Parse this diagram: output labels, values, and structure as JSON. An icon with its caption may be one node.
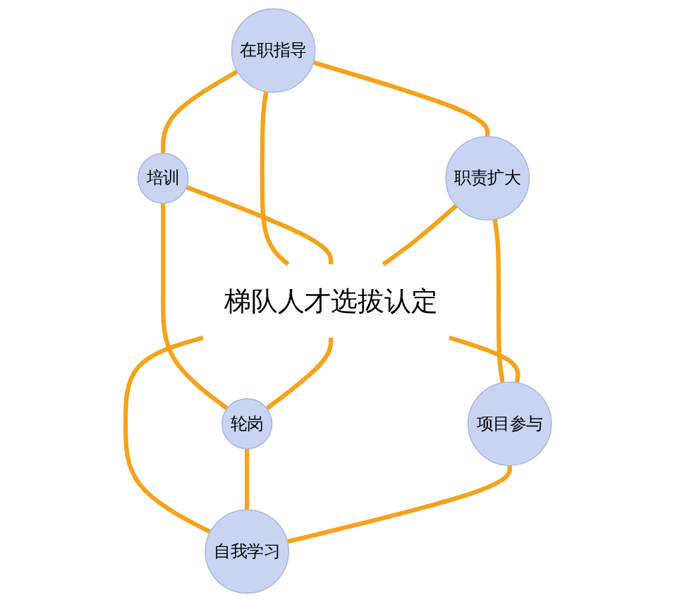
{
  "diagram": {
    "nodes": [
      {
        "text": [
          "在职指导"
        ]
      },
      {
        "text": [
          "培训"
        ]
      },
      {
        "text": [
          "职责扩大"
        ]
      },
      {
        "text": [
          "梯队人才选拔认定"
        ]
      },
      {
        "text": [
          "轮岗"
        ]
      },
      {
        "text": [
          "项目参与"
        ]
      },
      {
        "text": [
          "自我学习"
        ]
      }
    ],
    "edges": [
      {
        "from": 0,
        "to": 1,
        "arrow": "none"
      },
      {
        "from": 0,
        "to": 2,
        "arrow": "none"
      },
      {
        "from": 0,
        "to": 3,
        "arrow": "none"
      },
      {
        "from": 1,
        "to": 3,
        "arrow": "none"
      },
      {
        "from": 1,
        "to": 4,
        "arrow": "none"
      },
      {
        "from": 2,
        "to": 3,
        "arrow": "none"
      },
      {
        "from": 3,
        "to": 4,
        "arrow": "none"
      },
      {
        "from": 2,
        "to": 5,
        "arrow": "none"
      },
      {
        "from": 3,
        "to": 5,
        "arrow": "none"
      },
      {
        "from": 3,
        "to": 6,
        "arrow": "none"
      },
      {
        "from": 4,
        "to": 6,
        "arrow": "none"
      },
      {
        "from": 5,
        "to": 6,
        "arrow": "none"
      }
    ]
  }
}
